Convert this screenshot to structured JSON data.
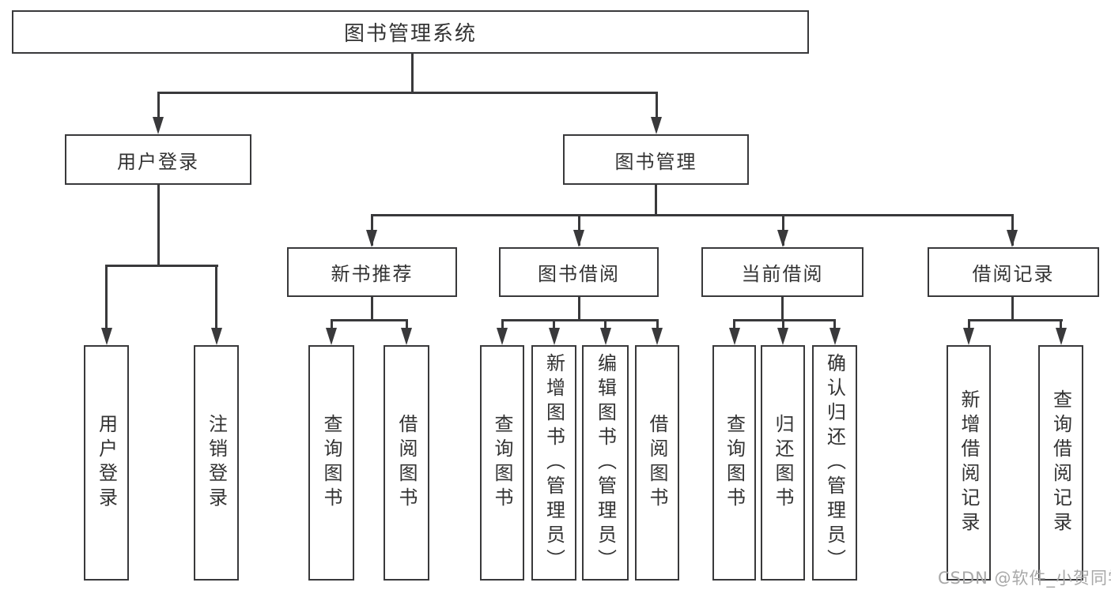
{
  "diagram": {
    "root": "图书管理系统",
    "level2": [
      "用户登录",
      "图书管理"
    ],
    "level3": [
      "新书推荐",
      "图书借阅",
      "当前借阅",
      "借阅记录"
    ],
    "leaves": {
      "user_login": [
        "用户登录",
        "注销登录"
      ],
      "new_books": [
        "查询图书",
        "借阅图书"
      ],
      "book_borrow": [
        "查询图书",
        "新增图书（管理员）",
        "编辑图书（管理员）",
        "借阅图书"
      ],
      "current_borrow": [
        "查询图书",
        "归还图书",
        "确认归还（管理员）"
      ],
      "borrow_records": [
        "新增借阅记录",
        "查询借阅记录"
      ]
    }
  },
  "watermark": "CSDN @软件_小贺同学",
  "colors": {
    "line": "#39393b",
    "text": "#333333",
    "watermark": "#a8a8a8",
    "background": "#ffffff"
  }
}
